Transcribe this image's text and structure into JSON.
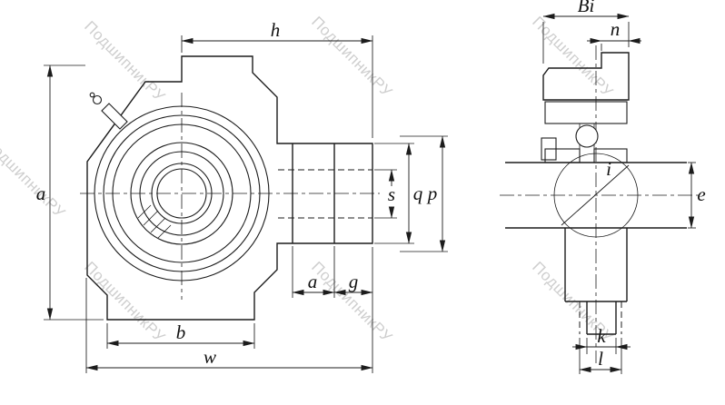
{
  "drawing": {
    "watermark_text": "ПодшипникРУ",
    "front_view_labels": {
      "h": "h",
      "a_height": "a",
      "s": "s",
      "q": "q",
      "p": "p",
      "a_slot": "a",
      "g": "g",
      "b": "b",
      "w": "w"
    },
    "side_view_labels": {
      "bi": "Bi",
      "n": "n",
      "i": "i",
      "e": "e",
      "k": "k",
      "l": "l"
    },
    "colors": {
      "line": "#1c1c1c",
      "watermark": "#c9c9c9",
      "background": "#ffffff"
    }
  }
}
